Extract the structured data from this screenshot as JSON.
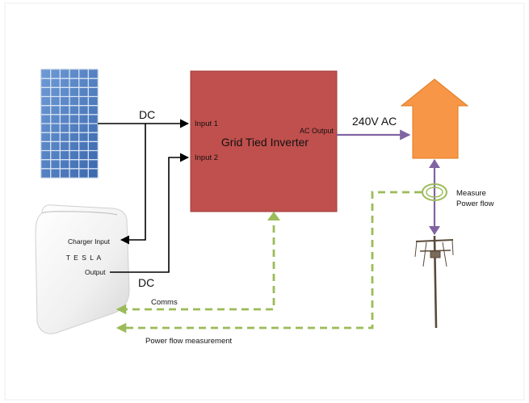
{
  "inverter": {
    "title": "Grid Tied Inverter",
    "input1": "Input 1",
    "input2": "Input 2",
    "ac_output": "AC Output"
  },
  "battery": {
    "brand": "T E S L A",
    "charger_input": "Charger Input",
    "output": "Output"
  },
  "labels": {
    "dc_top": "DC",
    "dc_bottom": "DC",
    "ac": "240V AC",
    "measure_line1": "Measure",
    "measure_line2": "Power flow",
    "comms": "Comms",
    "power_flow_measurement": "Power flow measurement"
  },
  "colors": {
    "inverter_fill": "#c0504d",
    "house_fill": "#f79646",
    "ac_line": "#8064a2",
    "comms_line": "#9bbb59",
    "solar_cell": "#4f81bd",
    "dc_line": "#000000"
  }
}
